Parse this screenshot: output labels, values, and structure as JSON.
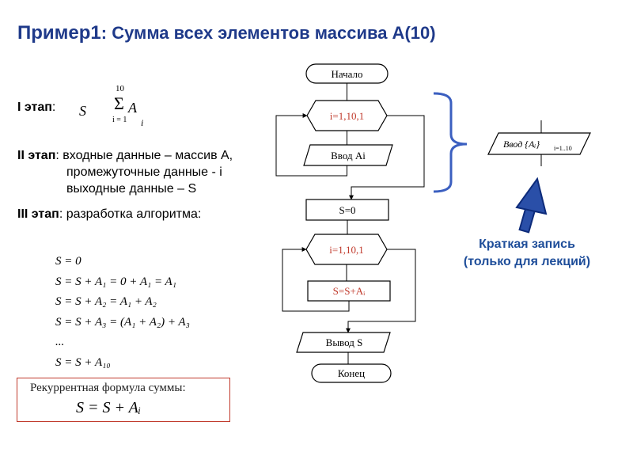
{
  "title": {
    "prefix": "Пример1",
    "text": ": Сумма всех элементов массива А(10)"
  },
  "stages": {
    "stage1": {
      "label": "I этап",
      "suffix": ":"
    },
    "sum_formula": {
      "var": "S",
      "upper": "10",
      "sigma": "Σ",
      "lower": "i = 1",
      "term": "A",
      "index": "i"
    },
    "stage2": {
      "label": "II этап",
      "line1": ": входные данные – массив А,",
      "line2": "промежуточные данные - i",
      "line3": "выходные данные –  S"
    },
    "stage3": {
      "label": "III этап",
      "text": ": разработка алгоритма:"
    }
  },
  "math_steps": [
    "S = 0",
    "S = S + A₁ = 0 + A₁ = A₁",
    "S = S + A₂ = A₁ + A₂",
    "S = S + A₃ = (A₁ + A₂) + A₃",
    "...",
    "S = S + A₁₀"
  ],
  "recurrent": {
    "caption": "Рекуррентная формула суммы:",
    "formula": "S = S + Aᵢ"
  },
  "flowchart": {
    "start": "Начало",
    "loop1": "i=1,10,1",
    "input": "Ввод Ai",
    "init": "S=0",
    "loop2": "i=1,10,1",
    "accumulate": "S=S+Aᵢ",
    "output": "Вывод S",
    "end": "Конец"
  },
  "short_form": {
    "text": "Ввод {Aᵢ}",
    "range": "i=1..10"
  },
  "lecture_note": {
    "line1": "Краткая запись",
    "line2": "(только для лекций)"
  },
  "colors": {
    "title": "#1f3a8a",
    "loop_text": "#c0392b",
    "box_border": "#c0392b",
    "note": "#1f4e9a",
    "arrow": "#2a4fa8",
    "brace": "#3b5fc0"
  }
}
